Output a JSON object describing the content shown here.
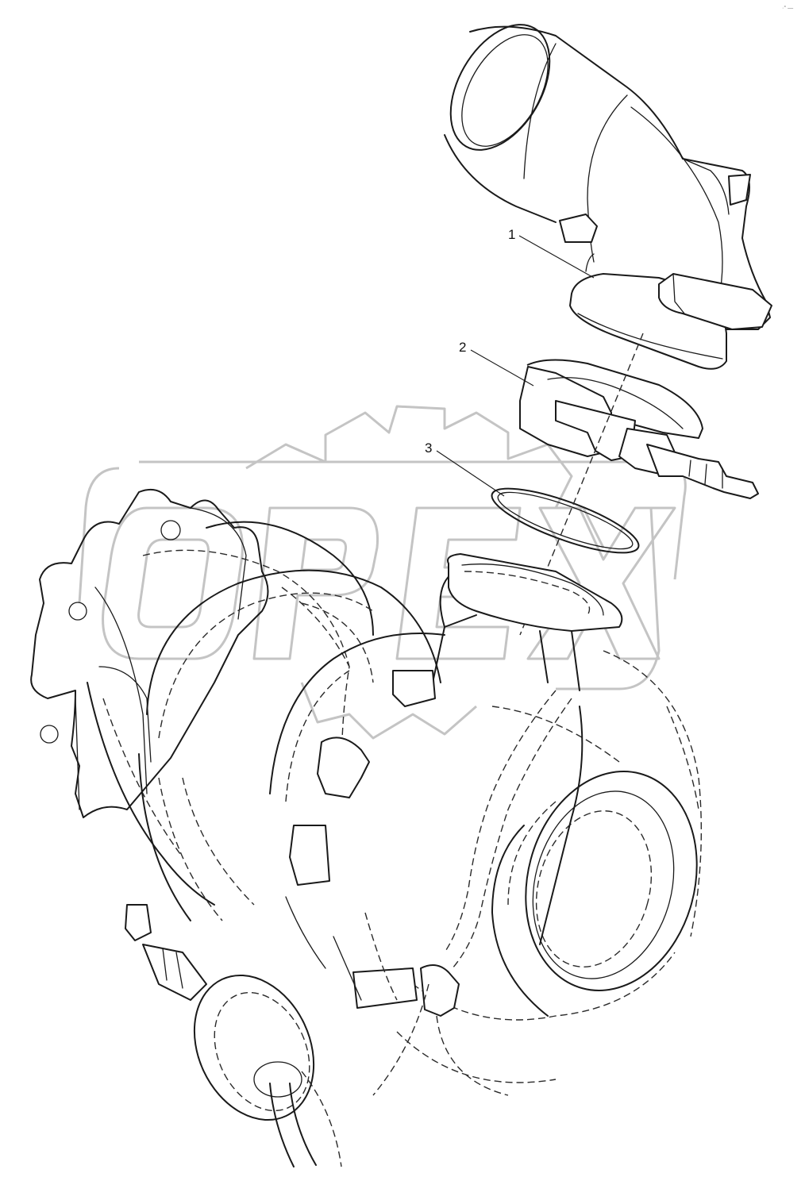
{
  "diagram": {
    "callouts": [
      {
        "id": "1",
        "text": "1"
      },
      {
        "id": "2",
        "text": "2"
      },
      {
        "id": "3",
        "text": "3"
      }
    ],
    "corner_mark": "·° —",
    "watermark_text": "OPEX",
    "colors": {
      "line": "#1a1a1a",
      "watermark": "#c4c4c4",
      "background": "#ffffff"
    },
    "icons": [
      "elbow-pipe",
      "v-band-clamp",
      "sealing-ring",
      "turbocharger"
    ]
  }
}
